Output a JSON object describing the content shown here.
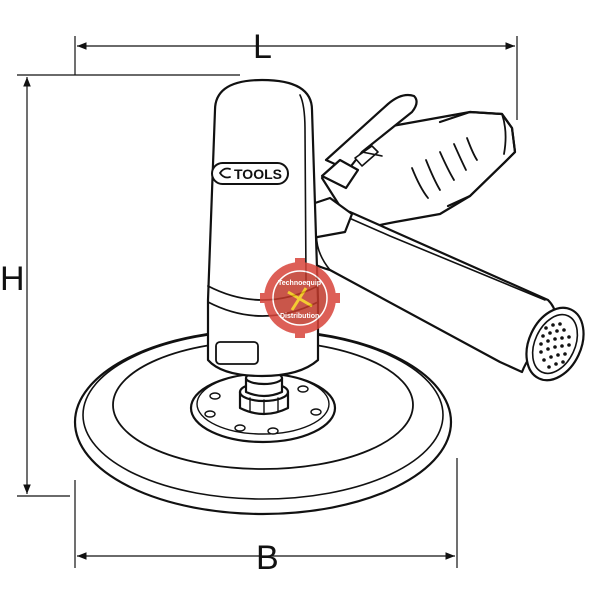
{
  "dimensions": {
    "length_label": "L",
    "height_label": "H",
    "base_label": "B"
  },
  "brand": {
    "logo_text": "TOOLS"
  },
  "watermark": {
    "top_text": "Technoequip",
    "bottom_text": "Distribution"
  }
}
